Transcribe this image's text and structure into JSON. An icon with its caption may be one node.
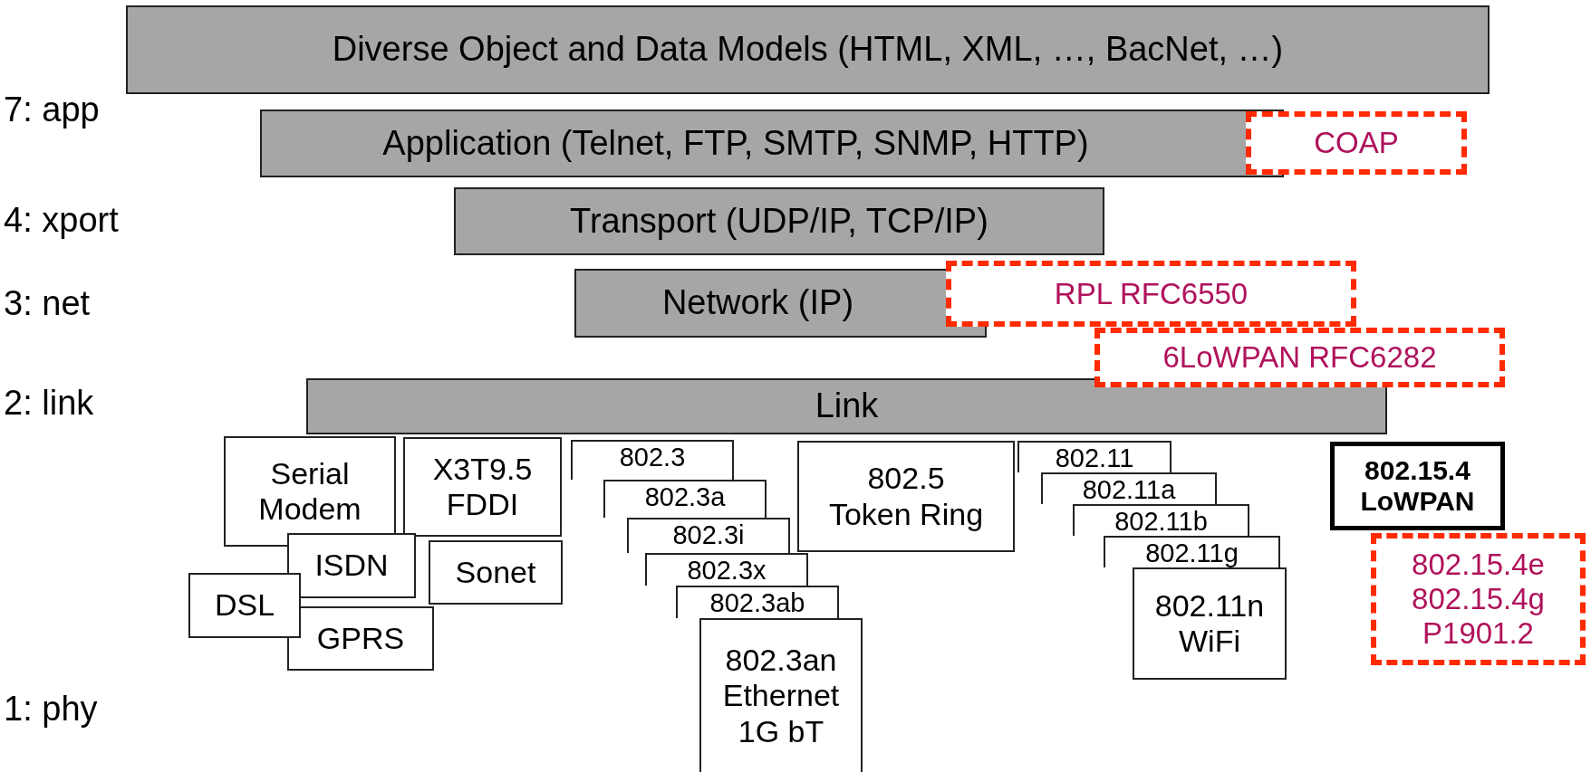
{
  "diagram": {
    "nodes": [
      {
        "text": [
          "Diverse Object and Data Models (HTML, XML, …, BacNet, …)"
        ]
      },
      {
        "text": [
          "Application (Telnet, FTP, SMTP, SNMP, HTTP)"
        ]
      },
      {
        "text": [
          "COAP"
        ]
      },
      {
        "text": [
          "Transport (UDP/IP, TCP/IP)"
        ]
      },
      {
        "text": [
          "Network (IP)"
        ]
      },
      {
        "text": [
          "RPL RFC6550"
        ]
      },
      {
        "text": [
          "6LoWPAN RFC6282"
        ]
      },
      {
        "text": [
          "Link"
        ]
      },
      {
        "text": [
          "Serial Modem"
        ]
      },
      {
        "text": [
          "X3T9.5 FDDI"
        ]
      },
      {
        "text": [
          "ISDN"
        ]
      },
      {
        "text": [
          "Sonet"
        ]
      },
      {
        "text": [
          "DSL"
        ]
      },
      {
        "text": [
          "GPRS"
        ]
      },
      {
        "text": [
          "802.3"
        ]
      },
      {
        "text": [
          "802.3a"
        ]
      },
      {
        "text": [
          "802.3i"
        ]
      },
      {
        "text": [
          "802.3x"
        ]
      },
      {
        "text": [
          "802.3ab"
        ]
      },
      {
        "text": [
          "802.3an Ethernet 1G bT"
        ]
      },
      {
        "text": [
          "802.5 Token Ring"
        ]
      },
      {
        "text": [
          "802.11"
        ]
      },
      {
        "text": [
          "802.11a"
        ]
      },
      {
        "text": [
          "802.11b"
        ]
      },
      {
        "text": [
          "802.11g"
        ]
      },
      {
        "text": [
          "802.11n WiFi"
        ]
      },
      {
        "text": [
          "802.15.4 LoWPAN"
        ]
      },
      {
        "text": [
          "802.15.4e 802.15.4g P1901.2"
        ]
      }
    ],
    "labels": [
      "7: app",
      "4: xport",
      "3: net",
      "2: link",
      "1: phy"
    ]
  }
}
